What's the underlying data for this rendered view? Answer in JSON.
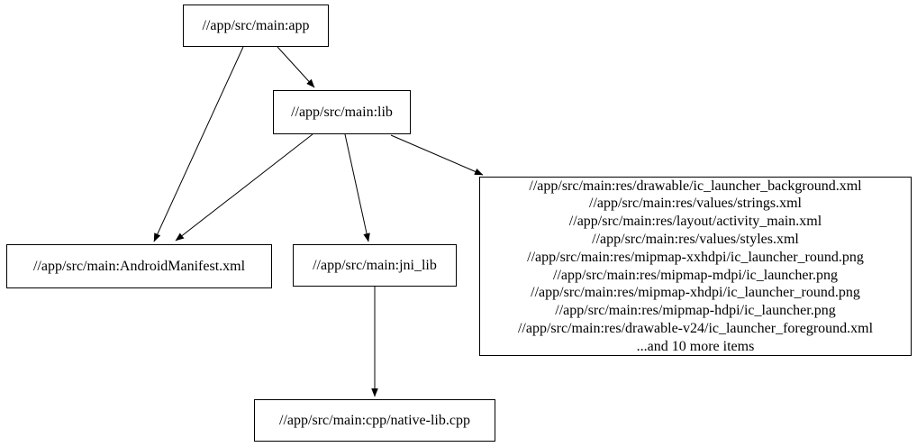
{
  "diagram": {
    "type": "dependency-graph",
    "background_color": "#ffffff",
    "node_fill_color": "#ffffff",
    "node_border_color": "#000000",
    "text_color": "#000000",
    "edge_color": "#000000"
  },
  "nodes": {
    "app": {
      "label": "//app/src/main:app"
    },
    "lib": {
      "label": "//app/src/main:lib"
    },
    "android_manifest": {
      "label": "//app/src/main:AndroidManifest.xml"
    },
    "jni_lib": {
      "label": "//app/src/main:jni_lib"
    },
    "native_lib_cpp": {
      "label": "//app/src/main:cpp/native-lib.cpp"
    },
    "resources": {
      "lines": [
        "//app/src/main:res/drawable/ic_launcher_background.xml",
        "//app/src/main:res/values/strings.xml",
        "//app/src/main:res/layout/activity_main.xml",
        "//app/src/main:res/values/styles.xml",
        "//app/src/main:res/mipmap-xxhdpi/ic_launcher_round.png",
        "//app/src/main:res/mipmap-mdpi/ic_launcher.png",
        "//app/src/main:res/mipmap-xhdpi/ic_launcher_round.png",
        "//app/src/main:res/mipmap-hdpi/ic_launcher.png",
        "//app/src/main:res/drawable-v24/ic_launcher_foreground.xml",
        "...and 10 more items"
      ]
    }
  },
  "edges": [
    {
      "from": "app",
      "to": "lib"
    },
    {
      "from": "app",
      "to": "android_manifest"
    },
    {
      "from": "lib",
      "to": "android_manifest"
    },
    {
      "from": "lib",
      "to": "jni_lib"
    },
    {
      "from": "lib",
      "to": "resources"
    },
    {
      "from": "jni_lib",
      "to": "native_lib_cpp"
    }
  ]
}
